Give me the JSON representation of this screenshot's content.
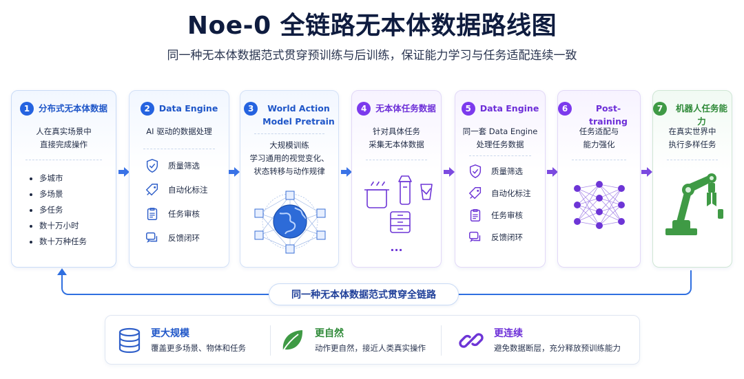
{
  "header": {
    "title": "Noe-0 全链路无本体数据路线图",
    "subtitle": "同一种无本体数据范式贯穿预训练与后训练，保证能力学习与任务适配连续一致"
  },
  "colors": {
    "blue": "#2563e0",
    "purple": "#7c3aed",
    "green": "#3f9a45"
  },
  "steps": [
    {
      "num": "1",
      "title": "分布式无本体数据",
      "desc": [
        "人在真实场景中",
        "直接完成操作"
      ],
      "bullets": [
        "多城市",
        "多场景",
        "多任务",
        "数十万小时",
        "数十万种任务"
      ]
    },
    {
      "num": "2",
      "title": "Data Engine",
      "desc": [
        "AI 驱动的数据处理"
      ],
      "features": [
        "质量筛选",
        "自动化标注",
        "任务审核",
        "反馈闭环"
      ]
    },
    {
      "num": "3",
      "title_lines": [
        "World Action",
        "Model Pretrain"
      ],
      "desc": [
        "大规模训练",
        "学习通用的视觉变化、",
        "状态转移与动作规律"
      ],
      "icon": "globe-network-icon"
    },
    {
      "num": "4",
      "title": "无本体任务数据",
      "desc": [
        "针对具体任务",
        "采集无本体数据"
      ],
      "icon": "household-objects-icon",
      "more": "···"
    },
    {
      "num": "5",
      "title": "Data Engine",
      "desc": [
        "同一套 Data Engine",
        "处理任务数据"
      ],
      "features": [
        "质量筛选",
        "自动化标注",
        "任务审核",
        "反馈闭环"
      ]
    },
    {
      "num": "6",
      "title": "Post-training",
      "desc": [
        "任务适配与",
        "能力强化"
      ],
      "icon": "neural-network-icon"
    },
    {
      "num": "7",
      "title": "机器人任务能力",
      "desc": [
        "在真实世界中",
        "执行多样任务"
      ],
      "icon": "robot-arm-icon"
    }
  ],
  "loop": {
    "label": "同一种无本体数据范式贯穿全链路"
  },
  "benefits": [
    {
      "title": "更大规模",
      "desc": "覆盖更多场景、物体和任务",
      "icon": "database-icon"
    },
    {
      "title": "更自然",
      "desc": "动作更自然，接近人类真实操作",
      "icon": "leaf-icon"
    },
    {
      "title": "更连续",
      "desc": "避免数据断层，充分释放预训练能力",
      "icon": "chain-link-icon"
    }
  ]
}
